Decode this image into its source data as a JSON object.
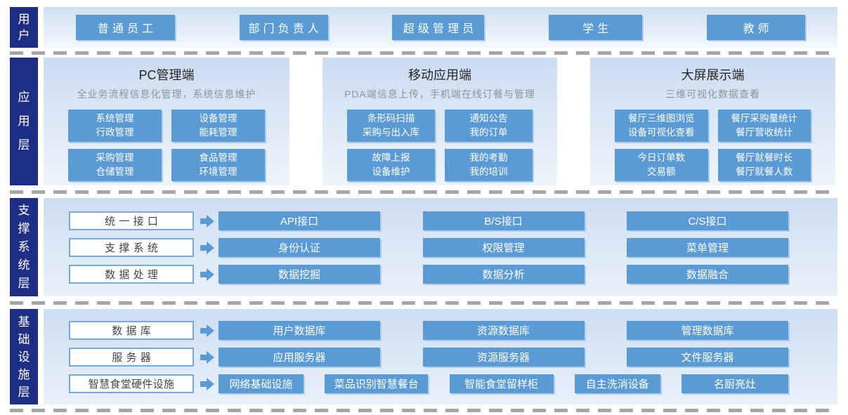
{
  "colors": {
    "accent_blue": "#5b9bd5",
    "navy_label": "#1e2e85",
    "dash_gray": "#a6a6a6",
    "panel_top": "#cddef1",
    "panel_bottom": "#eef4fb",
    "title_text": "#262626",
    "subtitle_text": "#8b959d"
  },
  "layers": {
    "users": {
      "label": "用户",
      "items": [
        "普通员工",
        "部门负责人",
        "超级管理员",
        "学生",
        "教师"
      ]
    },
    "application": {
      "label": "应用层",
      "panels": [
        {
          "title": "PC管理端",
          "subtitle": "全业务流程信息化管理，系统信息维护",
          "buttons": [
            [
              "系统管理",
              "行政管理"
            ],
            [
              "设备管理",
              "能耗管理"
            ],
            [
              "采购管理",
              "仓储管理"
            ],
            [
              "食品管理",
              "环境管理"
            ]
          ]
        },
        {
          "title": "移动应用端",
          "subtitle": "PDA端信息上传，手机端在线订餐与管理",
          "buttons": [
            [
              "条形码扫描",
              "采购与出入库"
            ],
            [
              "通知公告",
              "我的订单"
            ],
            [
              "故障上报",
              "设备维护"
            ],
            [
              "我的考勤",
              "我的培训"
            ]
          ]
        },
        {
          "title": "大屏展示端",
          "subtitle": "三维可视化数据查看",
          "buttons": [
            [
              "餐厅三维图浏览",
              "设备可视化查看"
            ],
            [
              "餐厅采购量统计",
              "餐厅营收统计"
            ],
            [
              "今日订单数",
              "交易额"
            ],
            [
              "餐厅就餐时长",
              "餐厅就餐人数"
            ]
          ]
        }
      ]
    },
    "support": {
      "label": "支撑系统层",
      "rows": [
        {
          "category": "统一接口",
          "items": [
            "API接口",
            "B/S接口",
            "C/S接口"
          ]
        },
        {
          "category": "支撑系统",
          "items": [
            "身份认证",
            "权限管理",
            "菜单管理"
          ]
        },
        {
          "category": "数据处理",
          "items": [
            "数据挖掘",
            "数据分析",
            "数据融合"
          ]
        }
      ]
    },
    "infrastructure": {
      "label": "基础设施层",
      "rows": [
        {
          "category": "数据库",
          "items": [
            "用户数据库",
            "资源数据库",
            "管理数据库"
          ]
        },
        {
          "category": "服务器",
          "items": [
            "应用服务器",
            "资源服务器",
            "文件服务器"
          ]
        },
        {
          "category": "智慧食堂硬件设施",
          "items": [
            "网络基础设施",
            "菜品识别智慧餐台",
            "智能食堂留样柜",
            "自主洗消设备",
            "名厨亮灶"
          ]
        }
      ]
    }
  }
}
